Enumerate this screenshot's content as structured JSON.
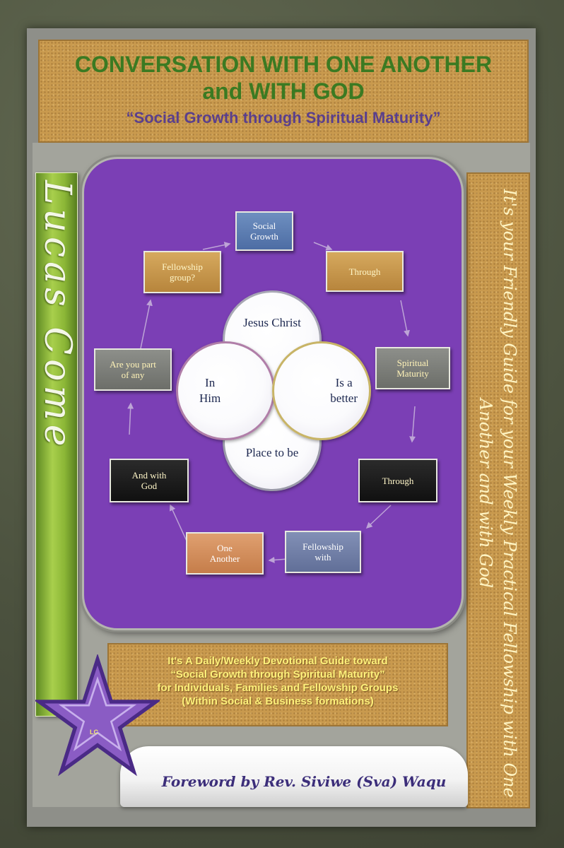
{
  "title": {
    "line1": "CONVERSATION WITH ONE ANOTHER",
    "line2": "and WITH GOD",
    "subtitle": "“Social Growth through Spiritual Maturity”"
  },
  "spine_author": "Lucas Come",
  "side_tagline": "It's your Friendly Guide for your Weekly Practical Fellowship with One Another and with God",
  "cycle_boxes": [
    {
      "lines": [
        "Social",
        "Growth"
      ]
    },
    {
      "lines": [
        "Through"
      ]
    },
    {
      "lines": [
        "Spiritual",
        "Maturity"
      ]
    },
    {
      "lines": [
        "Through"
      ]
    },
    {
      "lines": [
        "Fellowship",
        "with"
      ]
    },
    {
      "lines": [
        "One",
        "Another"
      ]
    },
    {
      "lines": [
        "And with",
        "God"
      ]
    },
    {
      "lines": [
        "Are you part",
        "of any"
      ]
    },
    {
      "lines": [
        "Fellowship",
        "group?"
      ]
    }
  ],
  "center_circles": {
    "top": "Jesus Christ",
    "left": [
      "In",
      "Him"
    ],
    "right": [
      "Is a",
      "better"
    ],
    "bottom": "Place to be"
  },
  "description": {
    "line1": "It's A Daily/Weekly Devotional Guide toward",
    "line2": "“Social Growth through Spiritual Maturity”",
    "line3": "for Individuals, Families and Fellowship Groups",
    "line4": "(Within Social & Business formations)"
  },
  "foreword": "Foreword by Rev. Siviwe (Sva) Waqu",
  "star_badge_text": "LC",
  "colors": {
    "title_green": "#3b7a22",
    "subtitle_purple": "#5a3f8c",
    "panel_purple": "#7b3fb5",
    "cork": "#c99a4e",
    "spine_green": "#8bb636",
    "description_yellow": "#fdf07a",
    "foreword_text": "#3c2e7a"
  }
}
